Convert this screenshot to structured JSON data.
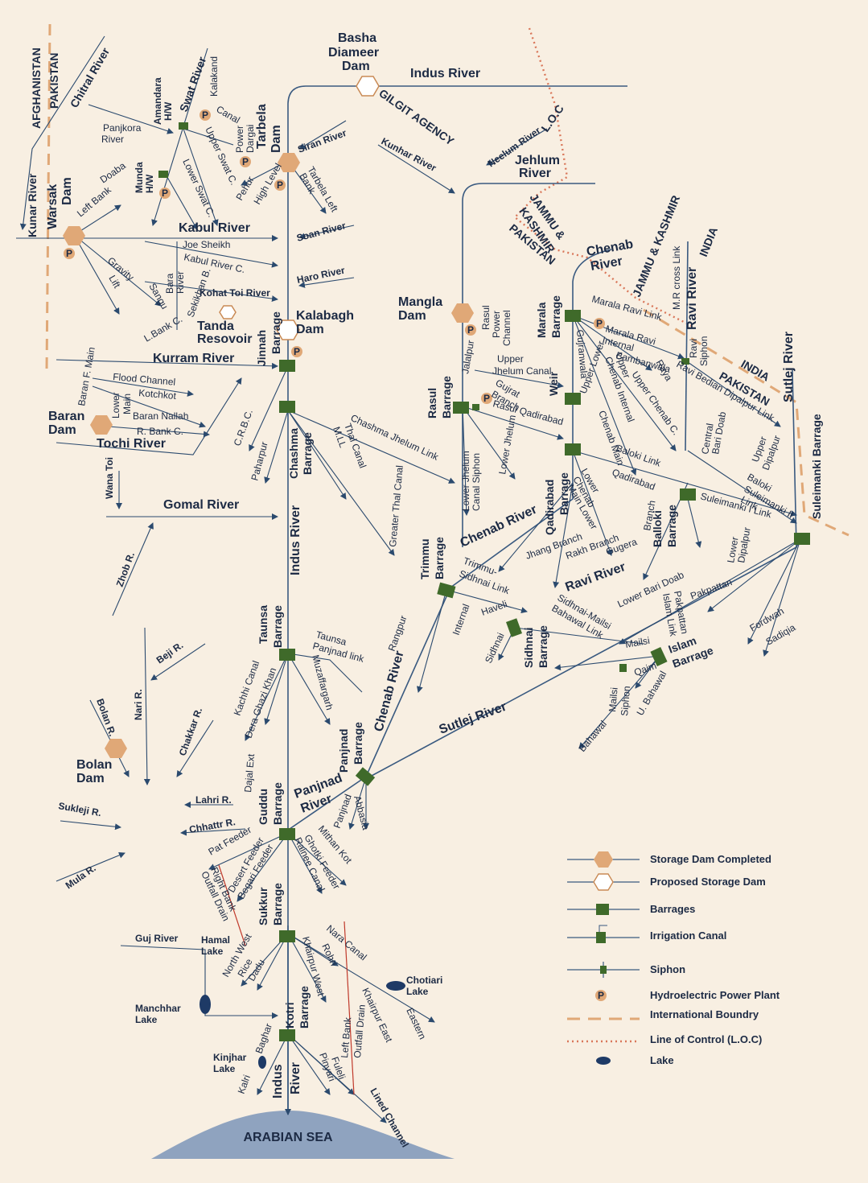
{
  "colors": {
    "background": "#f8efe2",
    "river": "#3a5a80",
    "barrage": "#3f6a2a",
    "dam_completed": "#e0a877",
    "power_plant": "#e0a877",
    "boundary": "#e0a877",
    "loc": "#d9775a",
    "lake": "#1e3a66",
    "sea": "#8fa3bf"
  },
  "regions": {
    "afghanistan": "AFGHANISTAN",
    "pakistan_nw": "PAKISTAN",
    "gilgit": "GILGIT AGENCY",
    "loc": "L.O.C",
    "jk1": "JAMMU &",
    "jk2": "KASHMIR",
    "pakistan_e1": "PAKISTAN",
    "jk3": "JAMMU & KASHMIR",
    "india1": "INDIA",
    "india2": "INDIA",
    "pakistan_e2": "PAKISTAN",
    "sea": "ARABIAN SEA"
  },
  "rivers": {
    "indus_top": "Indus River",
    "indus_mid": "Indus River",
    "indus_low1": "Indus",
    "indus_low2": "River",
    "chitral": "Chitral River",
    "kunar": "Kunar River",
    "swat": "Swat River",
    "kabul": "Kabul River",
    "siran": "Siran River",
    "soan": "Soan River",
    "haro": "Haro River",
    "kohat": "Kohat Toi River",
    "kurram": "Kurram River",
    "tochi": "Tochi River",
    "gomal": "Gomal River",
    "kunhar": "Kunhar River",
    "neelum": "Neelum River",
    "jhelum1": "Jehlum",
    "jhelum2": "River",
    "chenab1": "Chenab",
    "chenab2": "River",
    "chenab_mid": "Chenab River",
    "chenab_low": "Chenab River",
    "ravi": "Ravi River",
    "ravi_mid": "Ravi River",
    "sutlej": "Sutlej River",
    "sutlej_low": "Sutlej River",
    "panjnad1": "Panjnad",
    "panjnad2": "River",
    "zhob": "Zhob R.",
    "wana": "Wana Toi",
    "beji": "Beji R.",
    "nari": "Nari R.",
    "bolan": "Bolan R.",
    "chakkar": "Chakkar R.",
    "sukleji": "Sukleji R.",
    "mula": "Mula R.",
    "lahri": "Lahri R.",
    "chhattr": "Chhattr R.",
    "guj": "Guj River"
  },
  "dams": {
    "basha1": "Basha",
    "basha2": "Diameer",
    "basha3": "Dam",
    "tarbela1": "Tarbela",
    "tarbela2": "Dam",
    "warsak1": "Warsak",
    "warsak2": "Dam",
    "mangla1": "Mangla",
    "mangla2": "Dam",
    "kalabagh1": "Kalabagh",
    "kalabagh2": "Dam",
    "tanda1": "Tanda",
    "tanda2": "Resovoir",
    "baran1": "Baran",
    "baran2": "Dam",
    "bolan1": "Bolan",
    "bolan2": "Dam"
  },
  "barrages": {
    "jinnah1": "Jinnah",
    "jinnah2": "Barrage",
    "chashma1": "Chashma",
    "chashma2": "Barrage",
    "taunsa1": "Taunsa",
    "taunsa2": "Barrage",
    "guddu1": "Guddu",
    "guddu2": "Barrage",
    "sukkur1": "Sukkur",
    "sukkur2": "Barrage",
    "kotri1": "Kotri",
    "kotri2": "Barrage",
    "rasul1": "Rasul",
    "rasul2": "Barrage",
    "marala1": "Marala",
    "marala2": "Barrage",
    "qadirabad1": "Qadirabad",
    "qadirabad2": "Barrage",
    "trimmu1": "Trimmu",
    "trimmu2": "Barrage",
    "sidhnai1": "Sidhnai",
    "sidhnai2": "Barrage",
    "balloki1": "Balloki",
    "balloki2": "Barrage",
    "suleimanki": "Suleimanki Barrage",
    "islam1": "Islam",
    "islam2": "Barrage",
    "panjnad1": "Panjnad",
    "panjnad2": "Barrage",
    "weir": "Weir",
    "amandara1": "Amandara",
    "amandara2": "H/W",
    "munda1": "Munda",
    "munda2": "H/W"
  },
  "canals": {
    "panjkora": "Panjkora",
    "river_w": "River",
    "doaba": "Doaba",
    "left_bank": "Left Bank",
    "gravity": "Gravity",
    "lift": "Lift",
    "sangu": "Sangu",
    "bara1": "Bara",
    "bara2": "River",
    "joe": "Joe Sheikh",
    "kabul_c": "Kabul River C.",
    "sekikhan": "Sekikhan B.",
    "lbank_c": "L.Bank C.",
    "kalakand": "Kalakand",
    "canal": "Canal",
    "power1": "Power",
    "dargai": "Dargai",
    "upper_swat": "Upper Swat C.",
    "lower_swat": "Lower Swat C.",
    "pehur": "Pehur",
    "high_level": "High Level",
    "tarbela_left": "Tarbela Left",
    "bank": "Bank",
    "baran_f": "Baran F. Main",
    "flood": "Flood Channel",
    "kotchkot": "Kotchkot",
    "lower_main1": "Lower",
    "lower_main2": "Main",
    "baran_nallah": "Baran Nallah",
    "rbank": "R. Bank C.",
    "crbc": "C.R.B.C.",
    "paharpur": "Paharpur",
    "thal": "Thal Canal",
    "mll": "M.LL",
    "greater_thal": "Greater Thal Canal",
    "chashma_jhelum": "Chashma Jhelum Link",
    "rasul_power1": "Rasul",
    "rasul_power2": "Power",
    "rasul_power3": "Channel",
    "jalalpur": "Jalalpur",
    "upper_jhelum1": "Upper",
    "upper_jhelum2": "Jhelum Canal",
    "gujrat1": "Gujrat",
    "gujrat2": "Branch",
    "rasul_qad": "Rasul Qadirabad",
    "lower_jhelum_siphon": "Lower Jhelum",
    "canal_siphon": "Canal Siphon",
    "lower_jhelum": "Lower Jhelum",
    "marala_ravi": "Marala Ravi Link",
    "marala_ravi_int1": "Marala Ravi",
    "marala_ravi_int2": "Internal",
    "mr_cross": "M.R cross Link",
    "ravi_siphon1": "Ravi",
    "ravi_siphon2": "Siphon",
    "gujranwala": "Gujranwala",
    "upper_chenab_int1": "Upper",
    "upper_chenab_int2": "Chenab Internal",
    "bambanwala": "Bambanwala",
    "raya": "Raya",
    "brbd": "Ravi Bedian Dipalpur Link",
    "upper_chenab_c": "Upper Chenab C.",
    "chenab_main": "Chenab Main",
    "upper_lower": "Upper Lower",
    "central_bari": "Central",
    "bari_doab": "Bari Doab",
    "baloki_link": "Baloki Link",
    "qadirabad_l": "Qadirabad",
    "lower_chenab1": "Lower",
    "lower_chenab2": "Chenab",
    "lower_chenab3": "Main Lower",
    "upper_dipalpur1": "Upper",
    "upper_dipalpur2": "Dipalpur",
    "baloki_sul1": "Baloki",
    "baloki_sul2": "Suleimanki II",
    "baloki_sul3": "Link",
    "suleimanki_link": "Suleimanki I Link",
    "jhang": "Jhang Branch",
    "rakh": "Rakh Branch",
    "gugera": "Gugera",
    "branch": "Branch",
    "lower_dipalpur1": "Lower",
    "lower_dipalpur2": "Dipalpur",
    "trimmu_sidhnai1": "Trimmu-",
    "trimmu_sidhnai2": "Sidhnai Link",
    "lower_bari": "Lower Bari Doab",
    "pakpattan": "Pakpattan",
    "pakpattan_link1": "Pakpattan",
    "pakpattan_link2": "Islam Link",
    "internal": "Internal",
    "haveli": "Haveli",
    "sidhnai_mailsi1": "Sidhnai-Mailsi",
    "sidhnai_mailsi2": "Bahawal Link",
    "sidhnai_c": "Sidhnai",
    "mailsi": "Mailsi",
    "qaim": "Qaim",
    "mailsi_siphon1": "Mailsi",
    "mailsi_siphon2": "Siphon",
    "ubahawal": "U. Bahawal",
    "bahawal": "Bahawal",
    "fordwah": "Fordwah",
    "sadiqia": "Sadiqia",
    "rangpur": "Rangpur",
    "taunsa_panjnad1": "Taunsa",
    "taunsa_panjnad2": "Panjnad link",
    "kachhi": "Kachhi Canal",
    "dgk": "Dera Ghazi Khan",
    "muzaffargarh": "Muzaffargarh",
    "dajal": "Dajal Ext",
    "panjnad_c": "Panjnad",
    "abbasia": "Abbasia",
    "pat": "Pat Feeder",
    "desert": "Desert Feeder",
    "begari": "Begari Feeder",
    "ghotki": "Ghotki Feeder",
    "rainee": "Rainee Canal",
    "mithan": "Mithan Kot",
    "right_bank1": "Right Bank",
    "right_bank2": "Outfall Drain",
    "north_west": "North West",
    "rice": "Rice",
    "dadu": "Dadu",
    "khairpur_w": "Khairpur West",
    "rohri": "Rohri",
    "nara": "Nara Canal",
    "khairpur_e": "Khairpur East",
    "eastern": "Eastern",
    "baghar": "Baghar",
    "kalri": "Kalri",
    "pinyari": "Pinyari",
    "fuleli": "Fuleli",
    "left_bank1": "Left Bank",
    "left_bank2": "Outfall Drain",
    "lined": "Lined Channel"
  },
  "lakes": {
    "hamal1": "Hamal",
    "hamal2": "Lake",
    "manchhar1": "Manchhar",
    "manchhar2": "Lake",
    "kinjhar1": "Kinjhar",
    "kinjhar2": "Lake",
    "chotiari1": "Chotiari",
    "chotiari2": "Lake"
  },
  "power_symbol": "P",
  "legend": [
    {
      "icon": "storage-dam-completed-icon",
      "label": "Storage Dam Completed"
    },
    {
      "icon": "proposed-storage-dam-icon",
      "label": "Proposed Storage Dam"
    },
    {
      "icon": "barrage-icon",
      "label": "Barrages"
    },
    {
      "icon": "irrigation-canal-icon",
      "label": "Irrigation Canal"
    },
    {
      "icon": "siphon-icon",
      "label": "Siphon"
    },
    {
      "icon": "power-plant-icon",
      "label": "Hydroelectric Power Plant"
    },
    {
      "icon": "international-boundary-icon",
      "label": "International Boundry"
    },
    {
      "icon": "loc-icon",
      "label": "Line of Control (L.O.C)"
    },
    {
      "icon": "lake-icon",
      "label": "Lake"
    }
  ]
}
